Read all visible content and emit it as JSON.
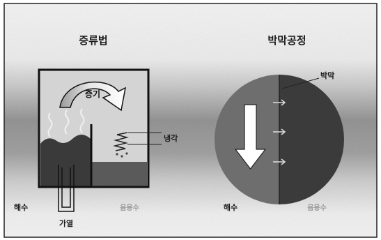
{
  "distillation": {
    "title": "증류법",
    "steam_label": "증기",
    "cooling_label": "냉각",
    "seawater_label": "해수",
    "heating_label": "가열",
    "product_label": "음용수"
  },
  "membrane": {
    "title": "박막공정",
    "membrane_label": "박막",
    "seawater_label": "해수",
    "product_label": "음용수"
  },
  "colors": {
    "band_dark": "#8c8c8c",
    "seawater_dark": "#3a3a3a",
    "fresh_water": "#5a5a5a",
    "circle_left": "#6e6e6e",
    "circle_right": "#3b3b3b",
    "outline": "#111111"
  },
  "icons": {
    "flow_arrow": "down-arrow-icon",
    "steam_arrow": "curved-arrow-icon"
  }
}
